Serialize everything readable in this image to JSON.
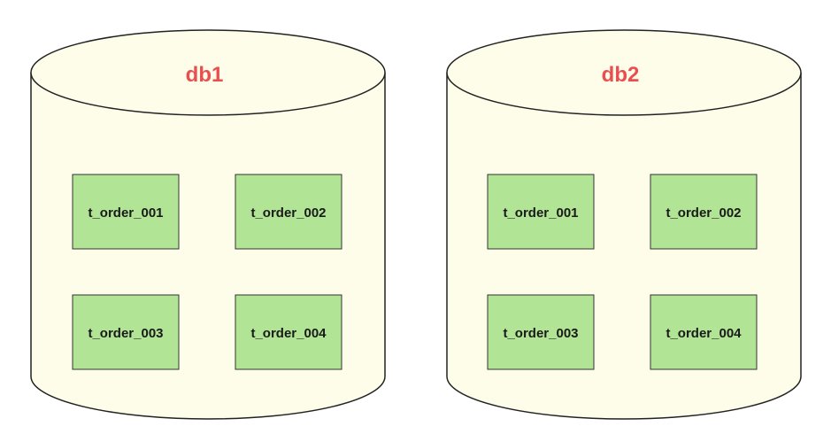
{
  "colors": {
    "cylinder_fill": "#fdfdea",
    "cylinder_stroke": "#222222",
    "table_fill": "#b1e495",
    "table_stroke": "#333333",
    "db_label": "#e85050"
  },
  "databases": [
    {
      "name": "db1",
      "tables": [
        "t_order_001",
        "t_order_002",
        "t_order_003",
        "t_order_004"
      ]
    },
    {
      "name": "db2",
      "tables": [
        "t_order_001",
        "t_order_002",
        "t_order_003",
        "t_order_004"
      ]
    }
  ]
}
